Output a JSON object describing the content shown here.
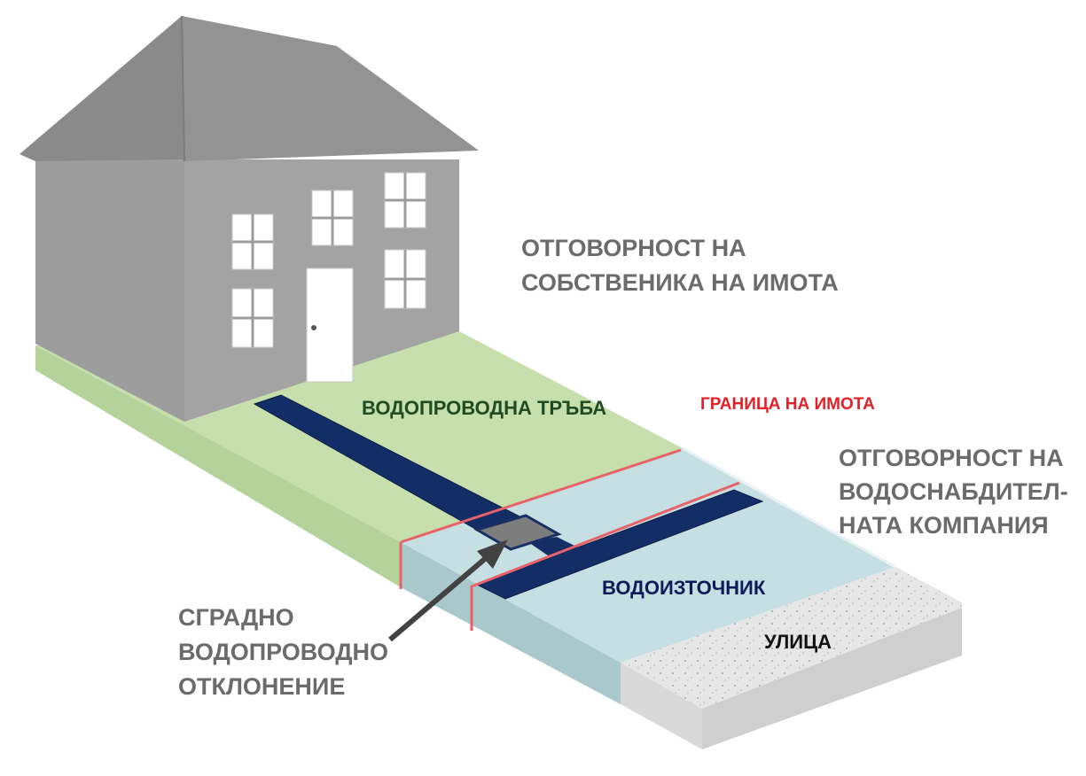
{
  "labels": {
    "owner_responsibility": [
      "ОТГОВОРНОСТ НА",
      "СОБСТВЕНИКА НА ИМОТА"
    ],
    "water_line": "ВОДОПРОВОДНА ТРЪБА",
    "property_line": "ГРАНИЦА НА ИМОТА",
    "utility_responsibility": [
      "ОТГОВОРНОСТ НА",
      "ВОДОСНАБДИТЕЛ-",
      "НАТА КОМПАНИЯ"
    ],
    "water_main": "ВОДОИЗТОЧНИК",
    "street": "УЛИЦА",
    "service_stub": [
      "СГРАДНО",
      "ВОДОПРОВОДНО",
      "ОТКЛОНЕНИЕ"
    ]
  },
  "colors": {
    "lawn": "#c6dfac",
    "lawn_side": "#b5d29a",
    "utility_strip": "#c6dfe2",
    "utility_side": "#a9c8cc",
    "pipe": "#132d66",
    "property_line": "#e8626a",
    "street": "#e6e6e6",
    "street_side": "#cfcfcf",
    "house": "#a2a2a2",
    "roof": "#8f8f8f",
    "arrow": "#424242",
    "label_gray": "#6b6b6b",
    "label_red": "#e52128"
  }
}
